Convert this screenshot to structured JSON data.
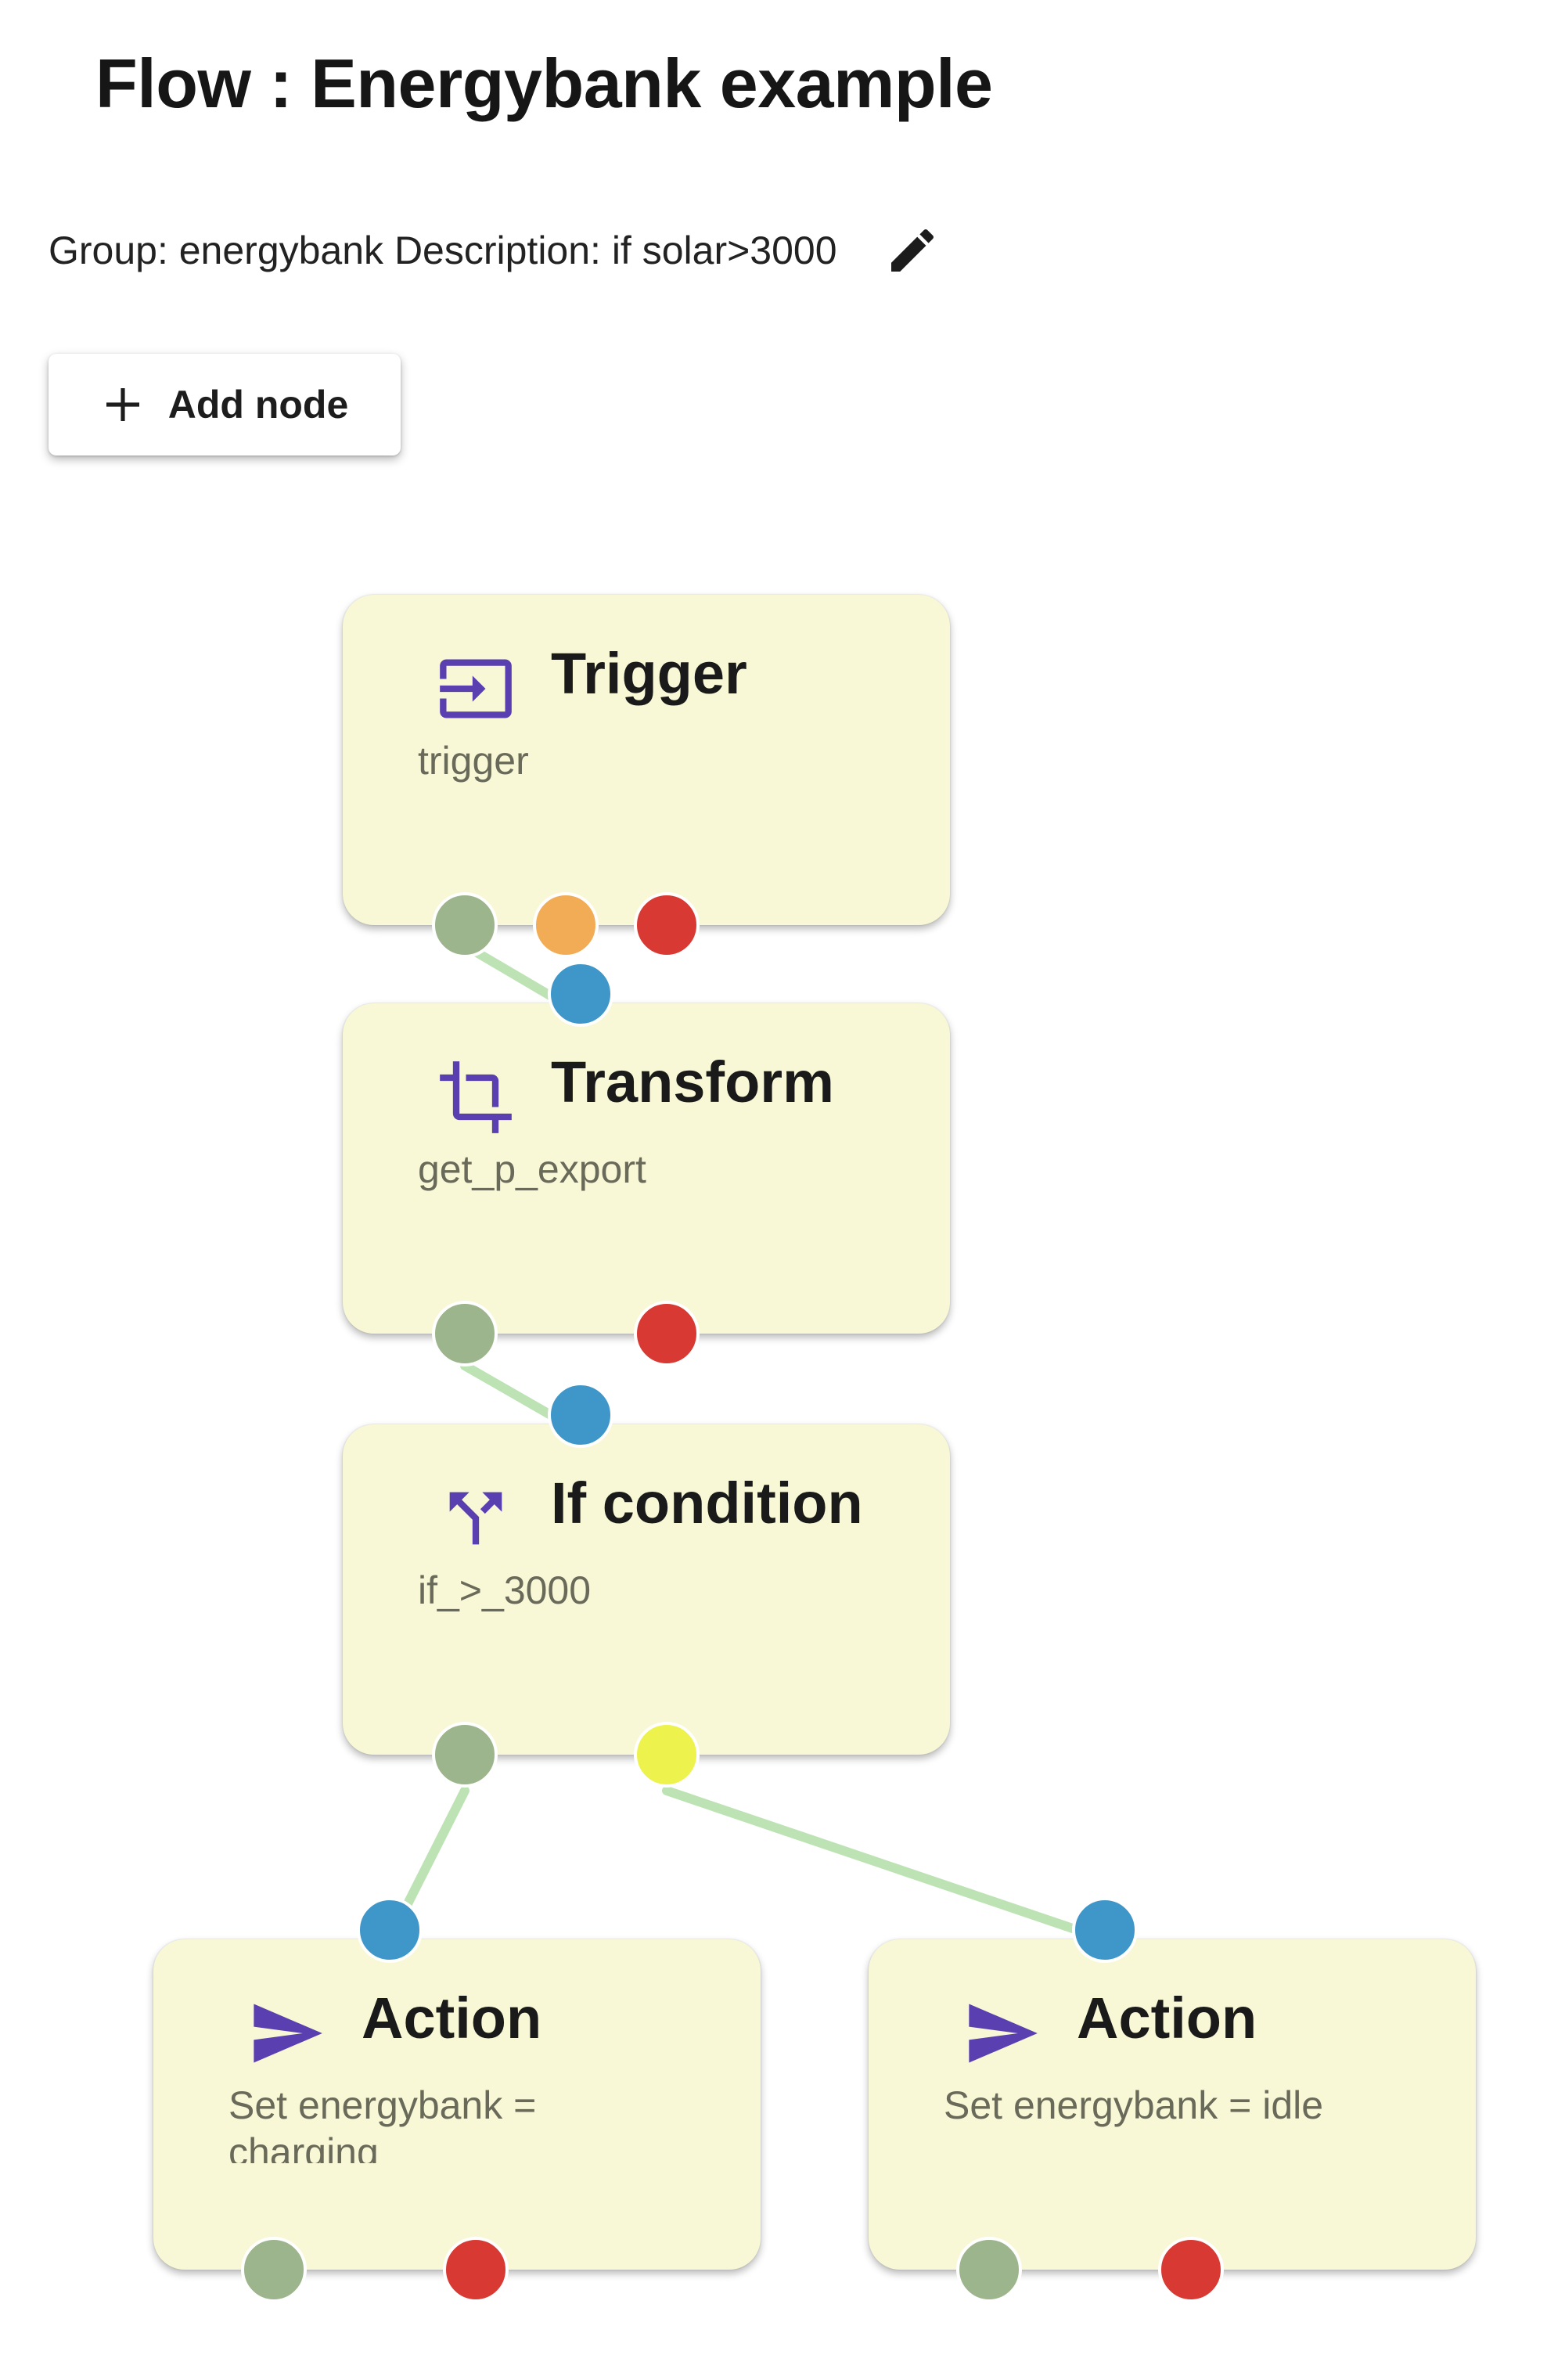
{
  "page": {
    "title": "Flow : Energybank example",
    "meta": "Group: energybank Description: if solar>3000"
  },
  "toolbar": {
    "add_node_label": "Add node",
    "add_icon": "plus-icon",
    "edit_icon": "pencil-icon"
  },
  "colors": {
    "node_bg": "#f8f8d6",
    "icon": "#5a3fb0",
    "edge": "#bde3b4",
    "port_green": "#9db58d",
    "port_orange": "#f2ac55",
    "port_red": "#d83a33",
    "port_blue": "#3f96c8",
    "port_yellow": "#eef24d"
  },
  "nodes": [
    {
      "id": "trigger",
      "type": "Trigger",
      "label": "trigger",
      "icon": "input-icon"
    },
    {
      "id": "transform",
      "type": "Transform",
      "label": "get_p_export",
      "icon": "crop-icon"
    },
    {
      "id": "if",
      "type": "If condition",
      "label": "if_>_3000",
      "icon": "split-icon"
    },
    {
      "id": "action1",
      "type": "Action",
      "label": "Set energybank = charging",
      "icon": "send-icon"
    },
    {
      "id": "action2",
      "type": "Action",
      "label": "Set energybank = idle",
      "icon": "send-icon"
    }
  ]
}
